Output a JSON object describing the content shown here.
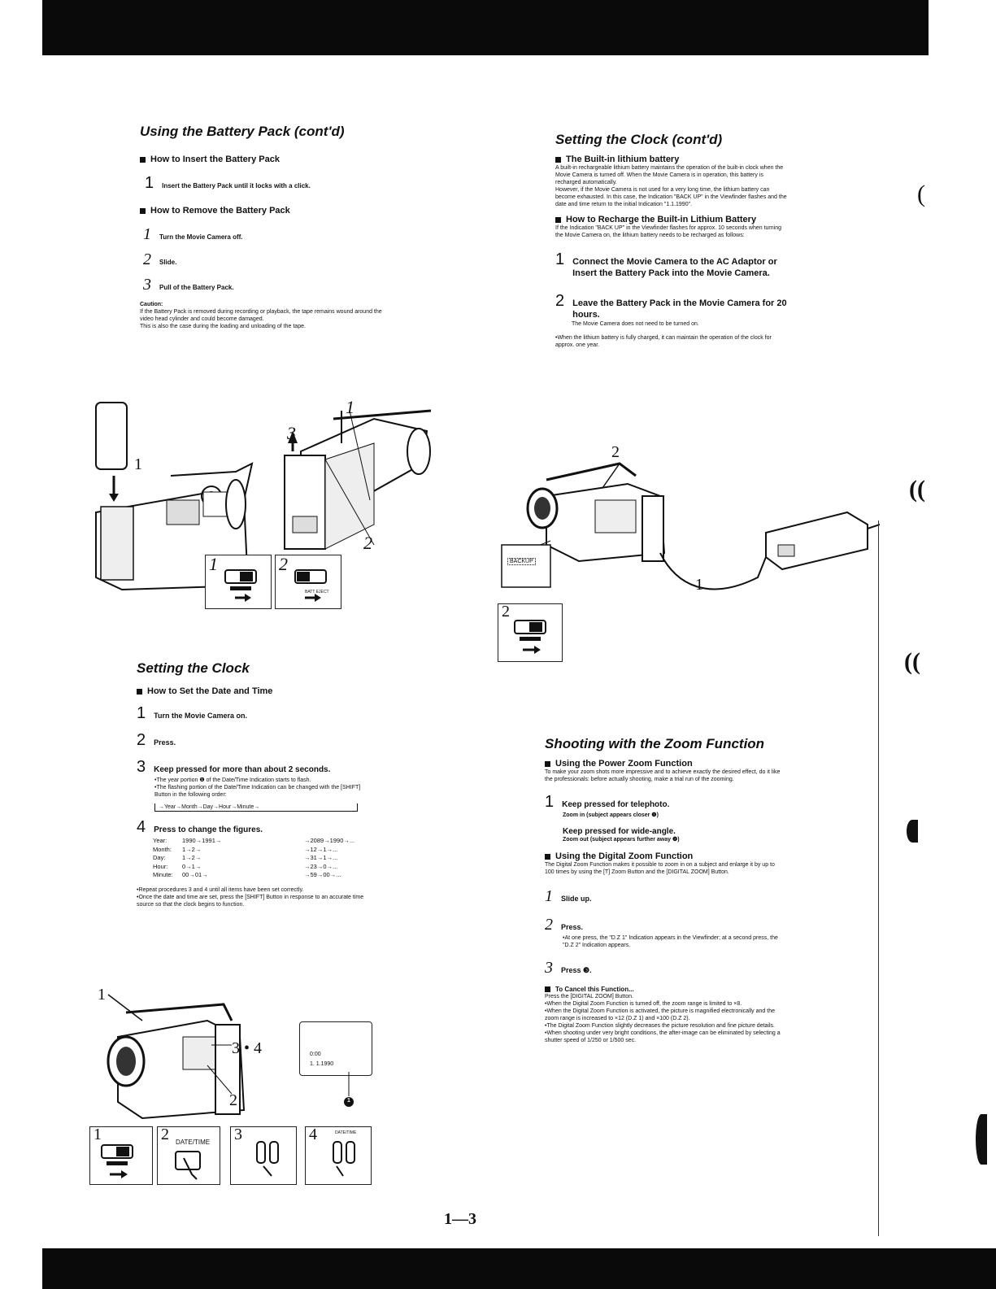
{
  "page_number": "1—3",
  "left": {
    "battery": {
      "title": "Using the Battery Pack (cont'd)",
      "insert_heading": "How to Insert the Battery Pack",
      "insert_step": {
        "num": "1",
        "text": "Insert the Battery Pack until it locks with a click."
      },
      "remove_heading": "How to Remove the Battery Pack",
      "remove_steps": [
        {
          "num": "1",
          "text": "Turn the Movie Camera off."
        },
        {
          "num": "2",
          "text": "Slide."
        },
        {
          "num": "3",
          "text": "Pull of the Battery Pack."
        }
      ],
      "caution_label": "Caution:",
      "caution_text": "If the Battery Pack is removed during recording or playback, the tape remains wound around the video head cylinder and could become damaged.",
      "caution_text2": "This is also the case during the loading and unloading of the tape.",
      "fig_labels": {
        "a": "1",
        "b": "3",
        "c": "1",
        "d": "2",
        "box1": "1",
        "box2": "2",
        "batt_eject": "BATT EJECT"
      }
    },
    "clock": {
      "title": "Setting the Clock",
      "heading": "How to Set the Date and Time",
      "steps": [
        {
          "num": "1",
          "text": "Turn the Movie Camera on."
        },
        {
          "num": "2",
          "text": "Press."
        },
        {
          "num": "3",
          "text": "Keep pressed for more than about 2 seconds."
        }
      ],
      "step3_notes": [
        "•The year portion ❶ of the Date/Time Indication starts to flash.",
        "•The flashing portion of the Date/Time Indication can be changed with the [SHIFT] Button in the following order:"
      ],
      "order": "→Year→Month→Day→Hour→Minute→",
      "step4": {
        "num": "4",
        "text": "Press to change the figures."
      },
      "table": [
        {
          "label": "Year:",
          "start": "1990→1991→",
          "end": "→2089→1990→..."
        },
        {
          "label": "Month:",
          "start": "1→2→",
          "end": "→12→1→..."
        },
        {
          "label": "Day:",
          "start": "1→2→",
          "end": "→31→1→..."
        },
        {
          "label": "Hour:",
          "start": "0→1→",
          "end": "→23→0→..."
        },
        {
          "label": "Minute:",
          "start": "00→01→",
          "end": "→59→00→..."
        }
      ],
      "notes": [
        "•Repeat procedures 3 and 4 until all items have been set correctly.",
        "•Once the date and time are set, press the [SHIFT] Button in response to an accurate time source so that the clock begins to function."
      ],
      "fig_labels": {
        "a": "1",
        "b": "3 • 4",
        "c": "2",
        "lcd1": "0:00",
        "lcd2": "1. 1.1990",
        "marker": "1",
        "box1": "1",
        "box2": "2",
        "box2_label": "DATE/TIME",
        "box3": "3",
        "box4": "4",
        "date_time": "DATE/TIME"
      }
    }
  },
  "right": {
    "clock2": {
      "title": "Setting the Clock (cont'd)",
      "lithium_heading": "The Built-in lithium battery",
      "lithium_text": "A built-in rechargeable lithium battery maintains the operation of the built-in clock when the Movie Camera is turned off. When the Movie Camera is in operation, this battery is recharged automatically.",
      "lithium_text2": "However, if the Movie Camera is not used for a very long time, the lithium battery can become exhausted. In this case, the Indication \"BACK UP\" in the Viewfinder flashes and the date and time return to the initial Indication \"1.1.1990\".",
      "recharge_heading": "How to Recharge the Built-in Lithium Battery",
      "recharge_text": "If the Indication \"BACK UP\" in the Viewfinder flashes for approx. 10 seconds when turning the Movie Camera on, the lithium battery needs to be recharged as follows:",
      "steps": [
        {
          "num": "1",
          "text": "Connect the Movie Camera to the AC Adaptor or Insert the Battery Pack into the Movie Camera."
        },
        {
          "num": "2",
          "text": "Leave the Battery Pack in the Movie Camera for 20 hours."
        }
      ],
      "step2_note": "The Movie Camera does not need to be turned on.",
      "footnote": "•When the lithium battery is fully charged, it can maintain the operation of the clock for approx. one year.",
      "fig_labels": {
        "a": "2",
        "b": "1",
        "backup": "BACKUP",
        "box": "2"
      }
    },
    "zoom": {
      "title": "Shooting with the Zoom Function",
      "power_heading": "Using the Power Zoom Function",
      "power_text": "To make your zoom shots more impressive and to achieve exactly the desired effect, do it like the professionals: before actually shooting, make a trial run of the zooming.",
      "step1": {
        "num": "1",
        "text": "Keep pressed for telephoto."
      },
      "step1_note": "Zoom in (subject appears closer ❶)",
      "step1b": "Keep pressed for wide-angle.",
      "step1b_note": "Zoom out (subject appears further away ❷)",
      "digital_heading": "Using the Digital Zoom Function",
      "digital_text": "The Digital Zoom Function makes it possible to zoom in on a subject and enlarge it by up to 100 times by using the [T] Zoom Button and the [DIGITAL ZOOM] Button.",
      "steps": [
        {
          "num": "1",
          "text": "Slide up."
        },
        {
          "num": "2",
          "text": "Press."
        },
        {
          "num": "3",
          "text": "Press ❸."
        }
      ],
      "step2_note": "•At one press, the \"D.Z 1\" Indication appears in the Viewfinder; at a second press, the \"D.Z 2\" Indication appears.",
      "cancel_heading": "To Cancel this Function...",
      "cancel_lines": [
        "Press the [DIGITAL ZOOM] Button.",
        "•When the Digital Zoom Function is turned off, the zoom range is limited to ×8.",
        "•When the Digital Zoom Function is activated, the picture is magnified electronically and the zoom range is increased to ×12 (D.Z 1) and ×100 (D.Z 2).",
        "•The Digital Zoom Function slightly decreases the picture resolution and fine picture details.",
        "•When shooting under very bright conditions, the after-image can be eliminated by selecting a shutter speed of 1/250 or 1/500 sec."
      ]
    }
  },
  "edge_marks": [
    "(",
    "((",
    "(("
  ]
}
